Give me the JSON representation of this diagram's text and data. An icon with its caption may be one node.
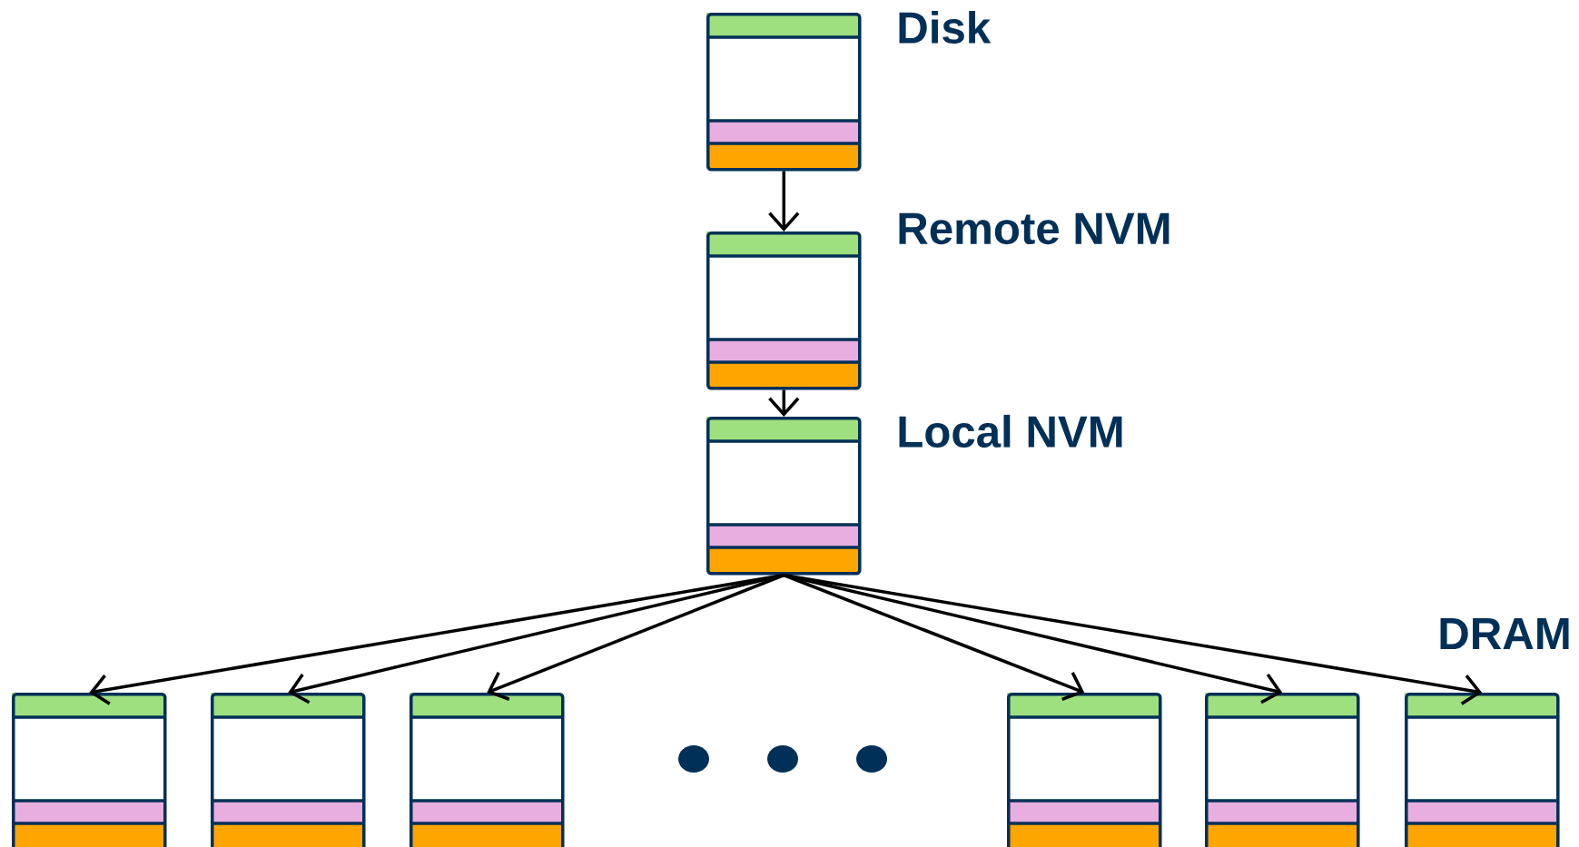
{
  "diagram": {
    "nodes": [
      {
        "text": [
          "Disk"
        ]
      },
      {
        "text": [
          "Remote NVM"
        ]
      },
      {
        "text": [
          "Local NVM"
        ]
      },
      {
        "text": [],
        "shape": "box"
      },
      {
        "text": [],
        "shape": "box"
      },
      {
        "text": [],
        "shape": "box"
      },
      {
        "text": [],
        "shape": "box"
      },
      {
        "text": [],
        "shape": "box"
      },
      {
        "text": [],
        "shape": "box"
      }
    ],
    "edges": [
      {
        "from": 0,
        "to": 1,
        "arrow": "to"
      },
      {
        "from": 1,
        "to": 2,
        "arrow": "to"
      },
      {
        "from": 2,
        "to": 3,
        "arrow": "to"
      },
      {
        "from": 2,
        "to": 4,
        "arrow": "to"
      },
      {
        "from": 2,
        "to": 5,
        "arrow": "to"
      },
      {
        "from": 2,
        "to": 6,
        "arrow": "to"
      },
      {
        "from": 2,
        "to": 7,
        "arrow": "to"
      },
      {
        "from": 2,
        "to": 8,
        "arrow": "to"
      }
    ],
    "labels": [
      "DRAM"
    ]
  }
}
